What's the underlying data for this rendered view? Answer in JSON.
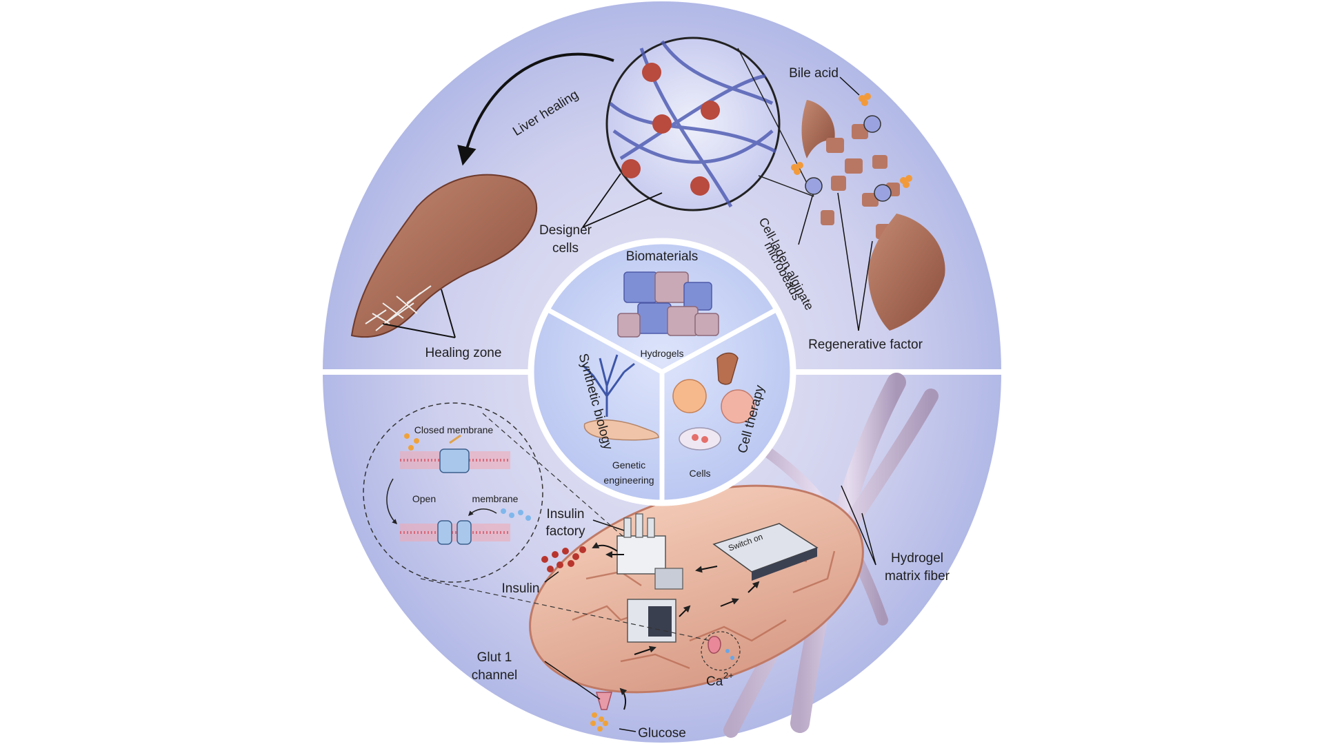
{
  "center": {
    "biomaterials": "Biomaterials",
    "hydrogels": "Hydrogels",
    "synthetic_biology": "Synthetic biology",
    "genetic": "Genetic",
    "engineering": "engineering",
    "cell_therapy": "Cell therapy",
    "cells": "Cells"
  },
  "liver_panel": {
    "liver_healing": "Liver healing",
    "designer": "Designer",
    "cells": "cells",
    "bile_acid": "Bile acid",
    "microbeads_line1": "Cell-laden alginate",
    "microbeads_line2": "microbeads",
    "regenerative_factor": "Regenerative factor",
    "healing_zone": "Healing zone"
  },
  "cell_panel": {
    "closed_membrane": "Closed membrane",
    "open": "Open",
    "membrane": "membrane",
    "insulin_factory_1": "Insulin",
    "insulin_factory_2": "factory",
    "insulin": "Insulin",
    "switch_on": "Switch on",
    "hydrogel_1": "Hydrogel",
    "hydrogel_2": "matrix fiber",
    "glut_1": "Glut 1",
    "glut_2": "channel",
    "ca": "Ca",
    "ca_sup": "2+",
    "glucose": "Glucose"
  },
  "colors": {
    "background_disc": "#b8bfe8",
    "center_disc": "#c9d3f3",
    "liver": "#a86a55",
    "cell": "#e9b8a4",
    "divider": "#ffffff"
  }
}
